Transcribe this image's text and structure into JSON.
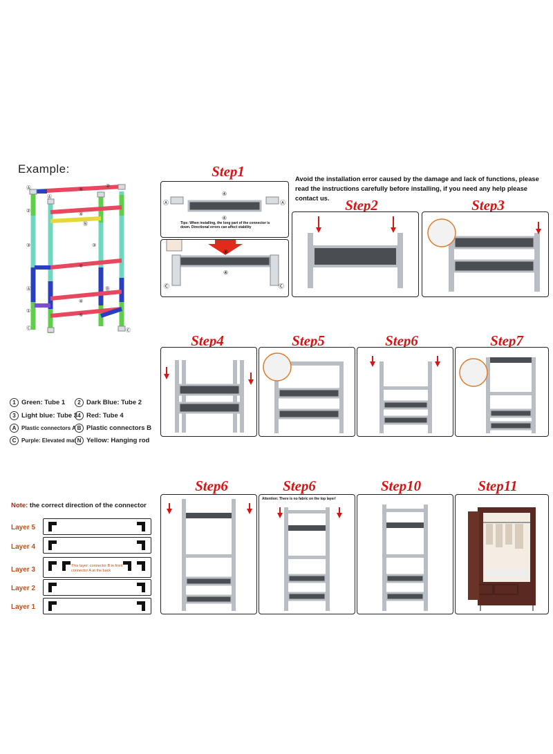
{
  "example": {
    "title": "Example:"
  },
  "header_note": "Avoid the installation error caused by the damage and lack of functions, please read the instructions carefully before installing, if you need any help please contact us.",
  "steps": [
    {
      "label": "Step1"
    },
    {
      "label": "Step2"
    },
    {
      "label": "Step3"
    },
    {
      "label": "Step4"
    },
    {
      "label": "Step5"
    },
    {
      "label": "Step6"
    },
    {
      "label": "Step7"
    },
    {
      "label": "Step6"
    },
    {
      "label": "Step6"
    },
    {
      "label": "Step10"
    },
    {
      "label": "Step11"
    }
  ],
  "step1_tip": "Tips: When installing, the long part of the connector is down. Directional errors can affect stability",
  "step6b_attention": "Attention: There is no fabric on the top layer!",
  "legend": [
    {
      "symbol": "1",
      "text": "Green: Tube 1"
    },
    {
      "symbol": "2",
      "text": "Dark Blue: Tube 2"
    },
    {
      "symbol": "3",
      "text": "Light blue: Tube 3"
    },
    {
      "symbol": "4",
      "text": "Red: Tube 4"
    },
    {
      "symbol": "A",
      "text": "Plastic connectors A"
    },
    {
      "symbol": "B",
      "text": "Plastic connectors B"
    },
    {
      "symbol": "C",
      "text": "Purple: Elevated mat"
    },
    {
      "symbol": "N",
      "text": "Yellow: Hanging rod"
    }
  ],
  "connector_note": {
    "prefix": "Note:",
    "text": " the correct direction of the connector"
  },
  "layers": [
    "Layer 5",
    "Layer 4",
    "Layer 3",
    "Layer 2",
    "Layer 1"
  ],
  "layer3_note": "This layer: connector B in front connector A at the back",
  "colors": {
    "step_red": "#d61515",
    "tube_green": "#5fcf4a",
    "tube_darkblue": "#2a3fc0",
    "tube_lightblue": "#6fd6c0",
    "tube_red": "#e8485f",
    "purple": "#7b4fd0",
    "yellow": "#e6d83a",
    "mat": "#4a4d52",
    "frame": "#b8bec4",
    "wardrobe": "#5a2a22"
  }
}
